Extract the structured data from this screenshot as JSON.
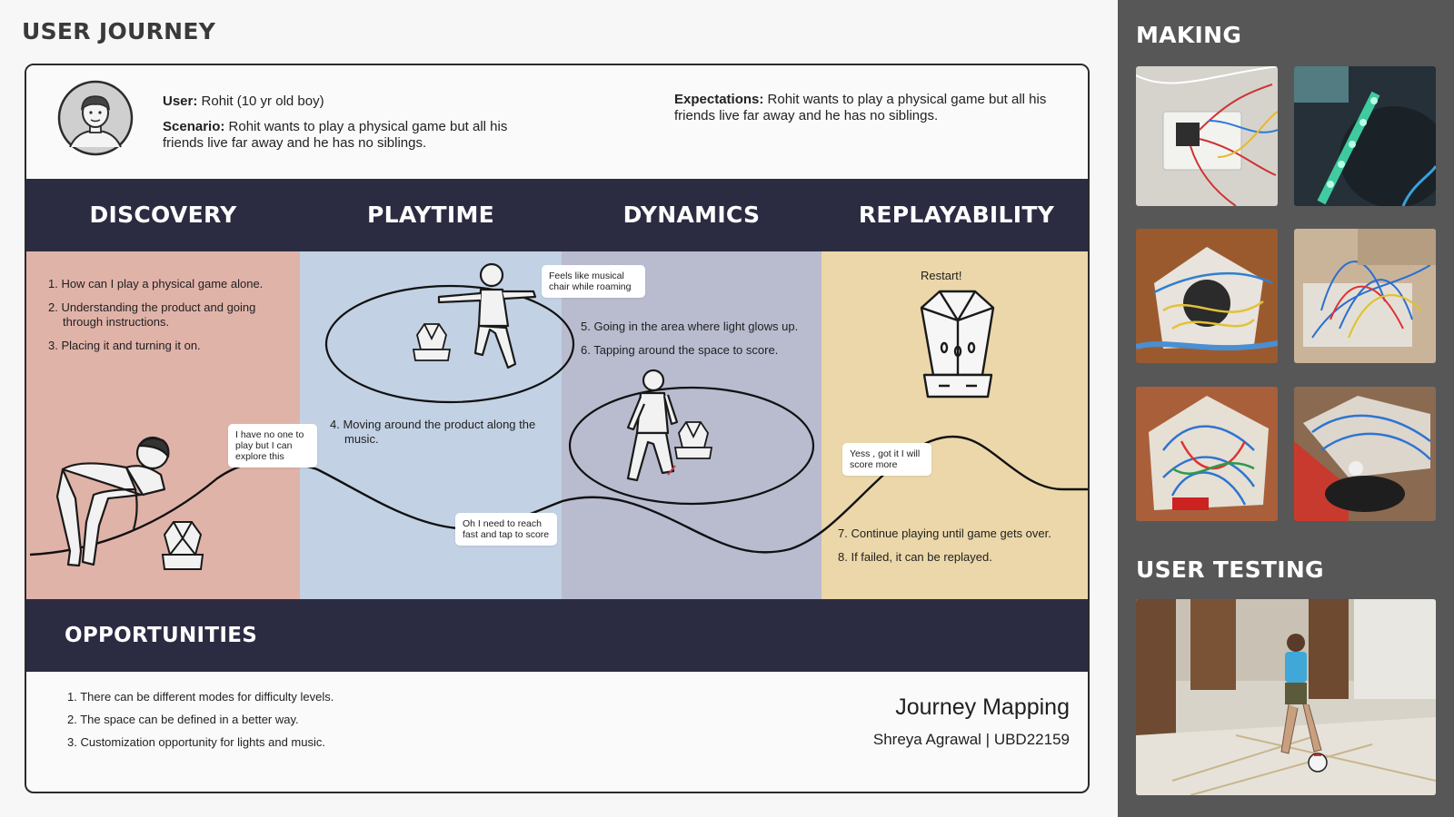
{
  "page_title": "USER JOURNEY",
  "persona": {
    "user_label": "User:",
    "user_value": " Rohit (10 yr old boy)",
    "scenario_label": "Scenario:",
    "scenario_value": " Rohit wants to play a physical game but all his friends live far away and he has no siblings.",
    "expectations_label": "Expectations:",
    "expectations_value": " Rohit wants to play a physical game but all his friends live far away and he has no siblings."
  },
  "stages": [
    "DISCOVERY",
    "PLAYTIME",
    "DYNAMICS",
    "REPLAYABILITY"
  ],
  "steps": {
    "discovery": [
      "1. How can I play a physical game alone.",
      "2. Understanding the product and going through instructions.",
      "3. Placing it and turning it on."
    ],
    "playtime": [
      "4. Moving around the product along the music."
    ],
    "dynamics": [
      "5. Going in the area where light glows up.",
      "6. Tapping around the space to score."
    ],
    "replayability": [
      "7. Continue playing until game gets over.",
      "8. If failed, it can be replayed."
    ]
  },
  "bubbles": {
    "explore": "I have no one to play but I can explore this",
    "musical_chair": "Feels like musical chair while roaming",
    "reach_fast": "Oh I need to reach fast and tap to score",
    "score_more": "Yess , got it I will score more"
  },
  "restart_label": "Restart!",
  "opportunities": {
    "title": "OPPORTUNITIES",
    "items": [
      "1. There can be different modes for difficulty levels.",
      "2. The space can be defined in a better way.",
      "3. Customization opportunity for lights and music."
    ]
  },
  "footer": {
    "title": "Journey Mapping",
    "author": "Shreya Agrawal | UBD22159"
  },
  "sidebar": {
    "making_title": "MAKING",
    "testing_title": "USER TESTING"
  }
}
